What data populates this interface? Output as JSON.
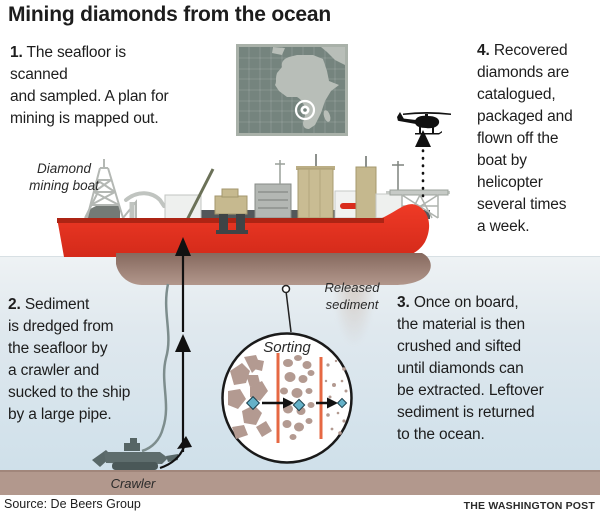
{
  "title": "Mining diamonds from the ocean",
  "steps": [
    {
      "number": "1.",
      "text": "The seafloor is scanned\nand sampled. A plan for\nmining is mapped out."
    },
    {
      "number": "2.",
      "text": "Sediment\nis dredged from\nthe seafloor by\na crawler and\nsucked to the ship\nby a large pipe."
    },
    {
      "number": "3.",
      "text": "Once on board,\nthe material is then\ncrushed and sifted\nuntil diamonds can\nbe extracted. Leftover\nsediment is returned\nto the ocean."
    },
    {
      "number": "4.",
      "text": "Recovered\ndiamonds are\ncatalogued,\npackaged and\nflown off the\nboat by\nhelicopter\nseveral times\na week."
    }
  ],
  "labels": {
    "boat": "Diamond\nmining boat",
    "released_sediment": "Released\nsediment",
    "sorting": "Sorting",
    "crawler": "Crawler"
  },
  "footer": {
    "source": "Source: De Beers Group",
    "credit": "THE WASHINGTON POST"
  },
  "colors": {
    "hull_red": "#e23120",
    "underwater_hull": "#9d8074",
    "water_top": "#eef2f4",
    "water_bottom": "#cfe0ea",
    "seafloor": "#b2988d",
    "rock": "#b39a91",
    "diamond_blue": "#64b1c8",
    "sorter_line_orange": "#e66843",
    "map_background": "#75847e",
    "map_land": "#b8beb8",
    "ink": "#1d1d1d"
  },
  "icons": {
    "helicopter": "black helicopter silhouette",
    "map_marker": "white bullseye target",
    "diamond": "rotated blue square",
    "flow_arrow": "black up arrow",
    "dotted_arrow": "dotted vertical arrow"
  }
}
